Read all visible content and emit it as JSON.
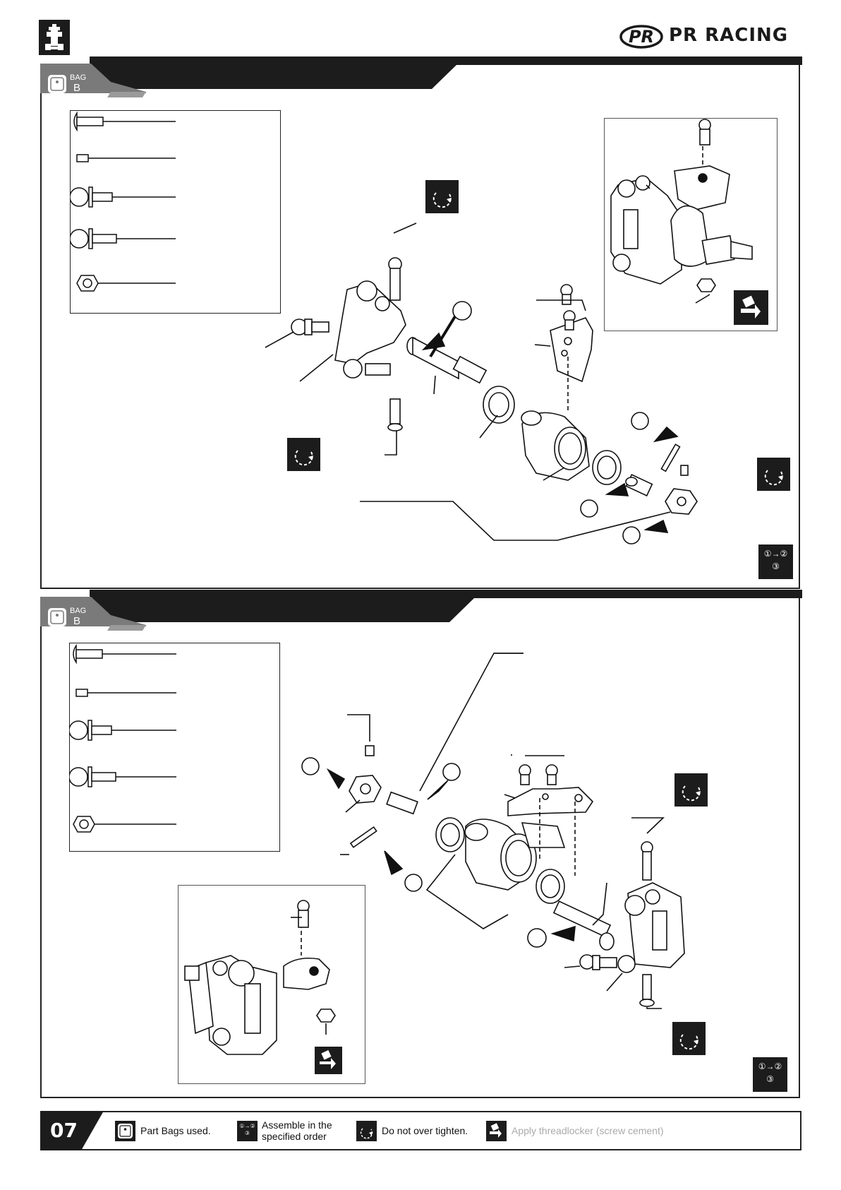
{
  "brand": {
    "name": "PR RACING",
    "mark": "PR"
  },
  "sections": [
    {
      "bag_word": "BAG",
      "bag_letter": "B"
    },
    {
      "bag_word": "BAG",
      "bag_letter": "B"
    }
  ],
  "order_icon": {
    "line1": "①→②",
    "line2": "③"
  },
  "footer": {
    "page_number": "07",
    "legend": {
      "part_bags": "Part Bags used.",
      "assemble_line1": "Assemble in the",
      "assemble_line2": "specified order",
      "no_overtighten": "Do not over tighten.",
      "threadlocker": "Apply threadlocker (screw cement)"
    }
  },
  "colors": {
    "dark": "#1c1c1c",
    "gray": "#7a7a7a",
    "light_gray": "#9a9a9a"
  },
  "icons": [
    "car-icon",
    "bag-icon",
    "torque-icon",
    "order-icon",
    "threadlocker-icon"
  ]
}
